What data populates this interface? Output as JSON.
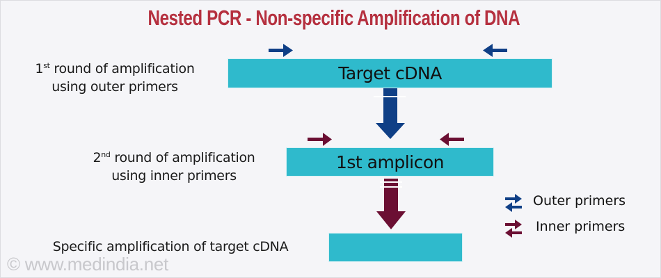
{
  "title": "Nested PCR - Non-specific Amplification of DNA",
  "steps": [
    {
      "label_prefix": "1",
      "label_sup": "st",
      "label_line1_rest": " round of amplification",
      "label_line2": "using outer primers",
      "box_text": "Target cDNA",
      "primer_type": "outer"
    },
    {
      "label_prefix": "2",
      "label_sup": "nd",
      "label_line1_rest": " round of amplification",
      "label_line2": "using inner primers",
      "box_text": "1st amplicon",
      "primer_type": "inner"
    },
    {
      "label": "Specific amplification of target cDNA",
      "box_text": ""
    }
  ],
  "legend": [
    {
      "label": "Outer primers",
      "icon": "swap-arrows-icon",
      "color": "#0f3f86"
    },
    {
      "label": "Inner primers",
      "icon": "swap-arrows-icon",
      "color": "#6b0f33"
    }
  ],
  "colors": {
    "title": "#b5303f",
    "box": "#2fbacc",
    "outer_primer": "#0f3f86",
    "inner_primer": "#6b0f33",
    "background": "#f5f5f8"
  },
  "watermark": "©  www.medindia.net"
}
